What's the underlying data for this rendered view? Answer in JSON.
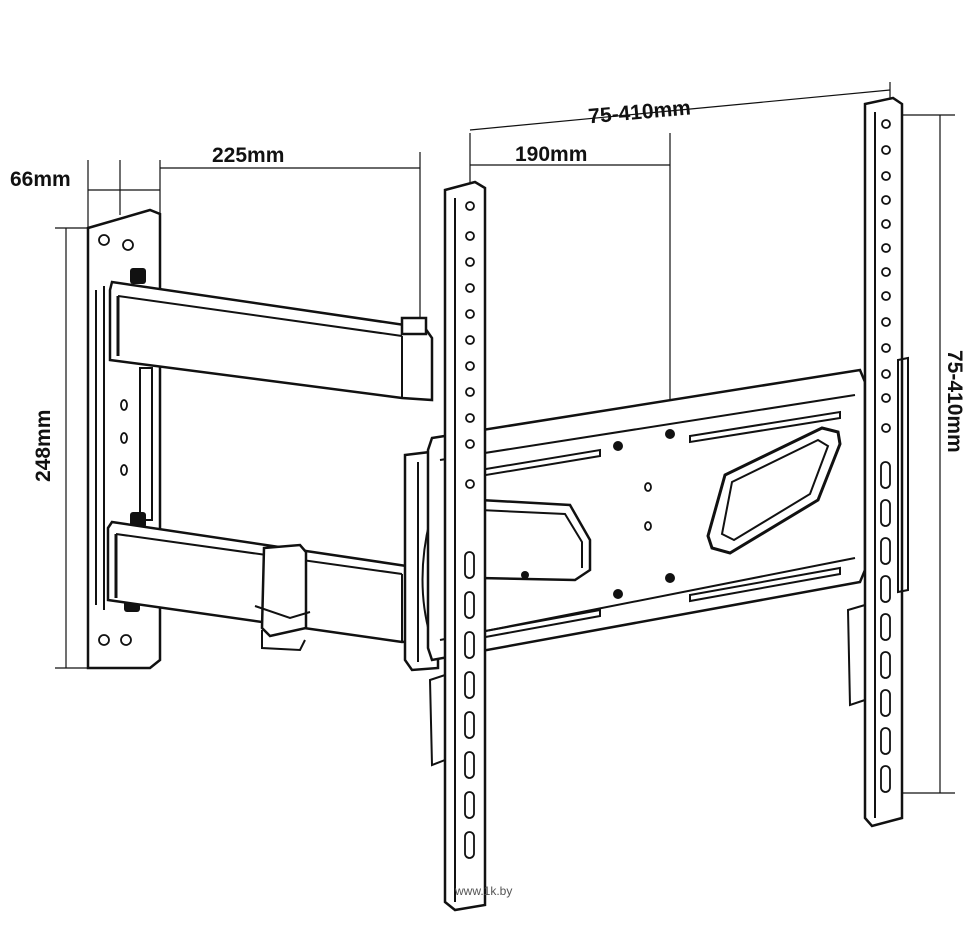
{
  "dimensions": {
    "wall_depth": "66mm",
    "arm_length": "225mm",
    "arm_offset": "190mm",
    "vesa_horizontal": "75-410mm",
    "vesa_vertical": "75-410mm",
    "wall_plate_height": "248mm"
  },
  "watermark": "www.1k.by",
  "colors": {
    "line": "#111111",
    "background": "#ffffff"
  }
}
